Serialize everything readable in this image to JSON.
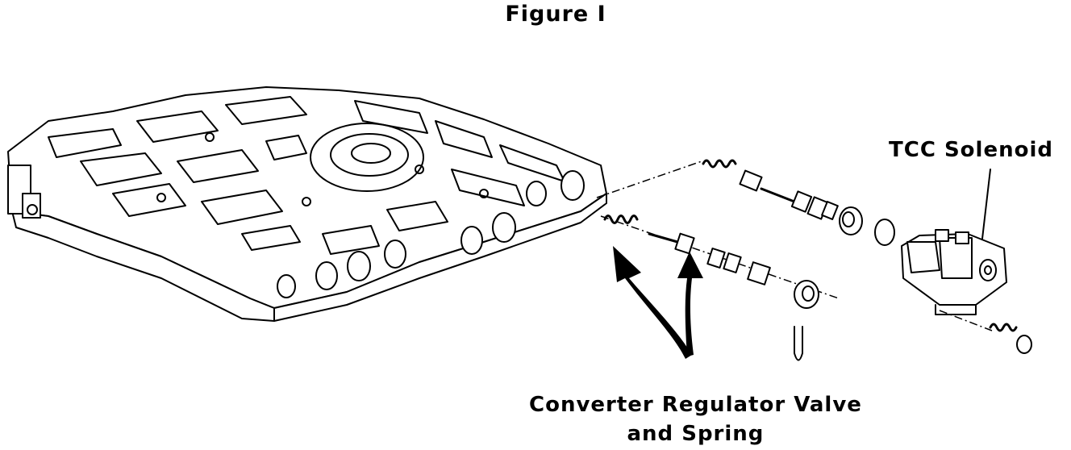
{
  "figure": {
    "title": "Figure I"
  },
  "labels": {
    "tcc_solenoid": "TCC Solenoid",
    "converter_line1": "Converter Regulator Valve",
    "converter_line2": "and Spring"
  },
  "colors": {
    "ink": "#000000",
    "background": "#ffffff"
  }
}
